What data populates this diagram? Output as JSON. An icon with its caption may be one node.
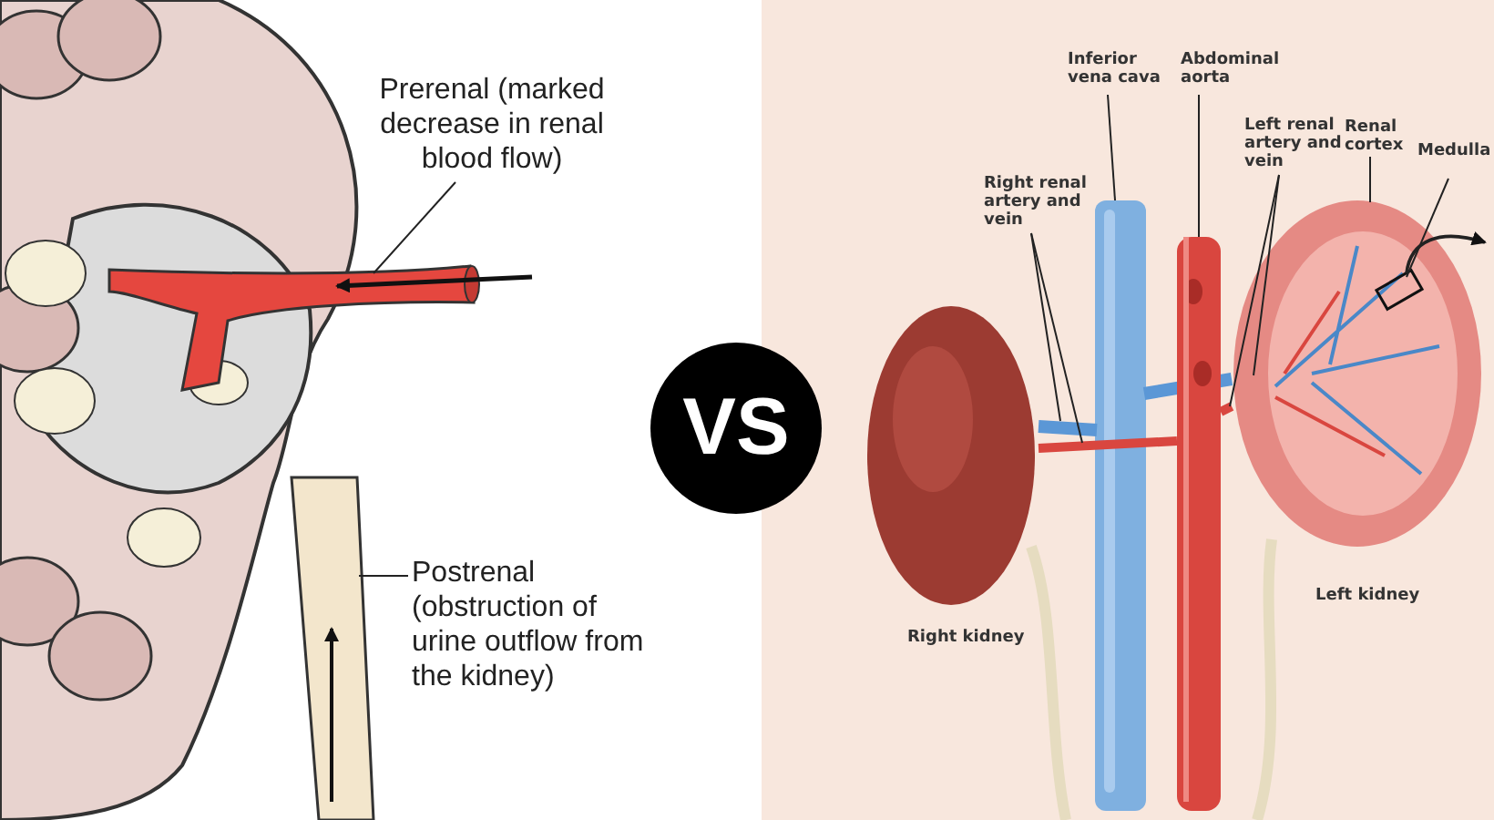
{
  "diagram": {
    "nodes": [
      {
        "text": [
          "Prerenal (marked decrease in renal blood flow)"
        ]
      },
      {
        "text": [],
        "shape": "picture"
      },
      {
        "text": [
          "Postrenal (obstruction of urine outflow from the kidney)"
        ]
      },
      {
        "text": [],
        "shape": "picture"
      },
      {
        "text": [
          "VS"
        ]
      },
      {
        "text": [
          "Inferior vena cava"
        ]
      },
      {
        "text": [],
        "shape": "picture"
      },
      {
        "text": [
          "Abdominal aorta"
        ]
      },
      {
        "text": [],
        "shape": "picture"
      },
      {
        "text": [
          "Right renal artery and vein"
        ]
      },
      {
        "text": [
          "Left renal artery and vein"
        ]
      },
      {
        "text": [
          "Renal cortex"
        ]
      },
      {
        "text": [
          "Medulla"
        ]
      },
      {
        "text": [],
        "shape": "picture"
      },
      {
        "text": [],
        "shape": "box",
        "in": 13
      }
    ],
    "edges": [
      {
        "from": 0,
        "to": 1,
        "arrow": "none"
      },
      {
        "from": 2,
        "to": 3,
        "arrow": "none"
      },
      {
        "from": 5,
        "to": 6,
        "arrow": "none"
      },
      {
        "from": 7,
        "to": 8,
        "arrow": "none"
      },
      {
        "from": 9,
        "to": 6,
        "arrow": "none"
      },
      {
        "from": 9,
        "to": 8,
        "arrow": "none"
      },
      {
        "from": 10,
        "to": 6,
        "arrow": "none"
      },
      {
        "from": 10,
        "to": 8,
        "arrow": "none"
      },
      {
        "from": 11,
        "to": 13,
        "arrow": "none"
      },
      {
        "from": 12,
        "to": 14,
        "arrow": "none"
      },
      {
        "from": 14,
        "to": null,
        "arrow": "to"
      }
    ],
    "labels": [
      "Right kidney",
      "Left kidney"
    ]
  }
}
